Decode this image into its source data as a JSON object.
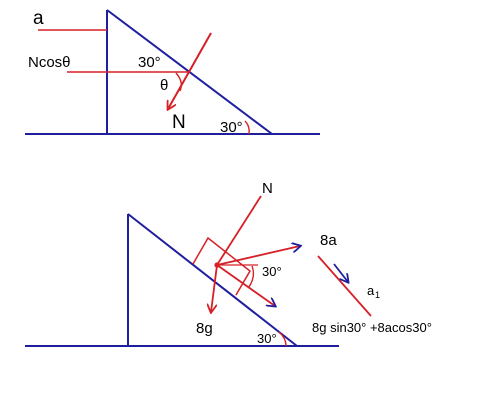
{
  "colors": {
    "structure": "#1f1f9e",
    "force": "#d62027",
    "text": "#000000",
    "background": "#ffffff"
  },
  "top": {
    "label_a": "a",
    "label_ncos": "Ncosθ",
    "angle_top": "30°",
    "label_theta": "θ",
    "label_n": "N",
    "angle_base": "30°"
  },
  "bottom": {
    "label_n": "N",
    "label_8a": "8a",
    "angle_block": "30°",
    "label_a1": "a",
    "label_a1_sub": "1",
    "label_8g": "8g",
    "formula": "8g sin30° +8acos30°",
    "angle_base": "30°"
  }
}
